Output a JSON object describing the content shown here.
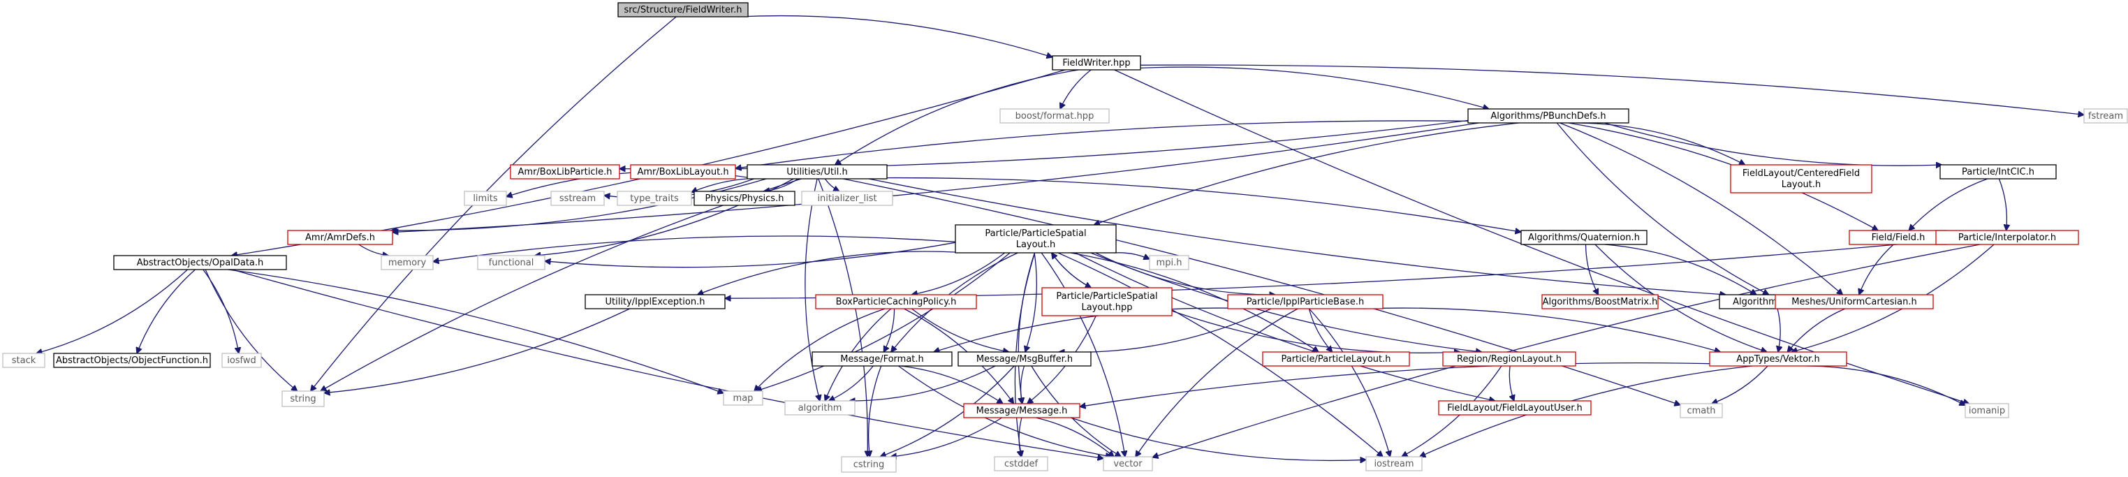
{
  "diagram": {
    "colors": {
      "edge": "#191970",
      "root_fill": "#bfbfbf",
      "documented_border": "#000000",
      "undocumented_border": "#d40000",
      "system_border": "#bfbfbf",
      "system_text": "#5a5a5a"
    },
    "nodes": [
      {
        "id": "n0",
        "kind": "root",
        "lines": [
          "src/Structure/FieldWriter.h"
        ]
      },
      {
        "id": "n1",
        "kind": "doc",
        "lines": [
          "FieldWriter.hpp"
        ]
      },
      {
        "id": "n2",
        "kind": "system",
        "lines": [
          "string"
        ]
      },
      {
        "id": "n3",
        "kind": "doc",
        "lines": [
          "AbstractObjects/OpalData.h"
        ]
      },
      {
        "id": "n4",
        "kind": "system",
        "lines": [
          "stack"
        ]
      },
      {
        "id": "n5",
        "kind": "doc",
        "lines": [
          "AbstractObjects/ObjectFunction.h"
        ]
      },
      {
        "id": "n6",
        "kind": "system",
        "lines": [
          "iosfwd"
        ]
      },
      {
        "id": "n7",
        "kind": "system",
        "lines": [
          "map"
        ]
      },
      {
        "id": "n8",
        "kind": "system",
        "lines": [
          "vector"
        ]
      },
      {
        "id": "n9",
        "kind": "system",
        "lines": [
          "boost/format.hpp"
        ]
      },
      {
        "id": "n10",
        "kind": "doc",
        "lines": [
          "Algorithms/PBunchDefs.h"
        ]
      },
      {
        "id": "n11",
        "kind": "nodoc",
        "lines": [
          "Amr/BoxLibParticle.h"
        ]
      },
      {
        "id": "n12",
        "kind": "nodoc",
        "lines": [
          "Amr/BoxLibLayout.h"
        ]
      },
      {
        "id": "n13",
        "kind": "nodoc",
        "lines": [
          "Amr/AmrDefs.h"
        ]
      },
      {
        "id": "n14",
        "kind": "system",
        "lines": [
          "memory"
        ]
      },
      {
        "id": "n15",
        "kind": "doc",
        "lines": [
          "Utilities/Util.h"
        ]
      },
      {
        "id": "n16",
        "kind": "system",
        "lines": [
          "limits"
        ]
      },
      {
        "id": "n17",
        "kind": "system",
        "lines": [
          "sstream"
        ]
      },
      {
        "id": "n18",
        "kind": "system",
        "lines": [
          "type_traits"
        ]
      },
      {
        "id": "n19",
        "kind": "doc",
        "lines": [
          "Physics/Physics.h"
        ]
      },
      {
        "id": "n20",
        "kind": "system",
        "lines": [
          "initializer_list"
        ]
      },
      {
        "id": "n21",
        "kind": "system",
        "lines": [
          "functional"
        ]
      },
      {
        "id": "n22",
        "kind": "system",
        "lines": [
          "cstring"
        ]
      },
      {
        "id": "n23",
        "kind": "doc",
        "lines": [
          "Particle/ParticleSpatial",
          "Layout.h"
        ]
      },
      {
        "id": "n24",
        "kind": "doc",
        "lines": [
          "Utility/IpplException.h"
        ]
      },
      {
        "id": "n25",
        "kind": "nodoc",
        "lines": [
          "BoxParticleCachingPolicy.h"
        ]
      },
      {
        "id": "n26",
        "kind": "doc",
        "lines": [
          "Message/Format.h"
        ]
      },
      {
        "id": "n27",
        "kind": "doc",
        "lines": [
          "Message/MsgBuffer.h"
        ]
      },
      {
        "id": "n28",
        "kind": "system",
        "lines": [
          "algorithm"
        ]
      },
      {
        "id": "n29",
        "kind": "nodoc",
        "lines": [
          "Message/Message.h"
        ]
      },
      {
        "id": "n30",
        "kind": "system",
        "lines": [
          "cstddef"
        ]
      },
      {
        "id": "n31",
        "kind": "system",
        "lines": [
          "iostream"
        ]
      },
      {
        "id": "n32",
        "kind": "nodoc",
        "lines": [
          "Particle/ParticleSpatial",
          "Layout.hpp"
        ]
      },
      {
        "id": "n33",
        "kind": "system",
        "lines": [
          "mpi.h"
        ]
      },
      {
        "id": "n34",
        "kind": "nodoc",
        "lines": [
          "Particle/IpplParticleBase.h"
        ]
      },
      {
        "id": "n35",
        "kind": "nodoc",
        "lines": [
          "Particle/ParticleLayout.h"
        ]
      },
      {
        "id": "n36",
        "kind": "nodoc",
        "lines": [
          "Region/RegionLayout.h"
        ]
      },
      {
        "id": "n37",
        "kind": "nodoc",
        "lines": [
          "FieldLayout/FieldLayoutUser.h"
        ]
      },
      {
        "id": "n38",
        "kind": "doc",
        "lines": [
          "Algorithms/Quaternion.h"
        ]
      },
      {
        "id": "n39",
        "kind": "nodoc",
        "lines": [
          "Algorithms/BoostMatrix.h"
        ]
      },
      {
        "id": "n40",
        "kind": "doc",
        "lines": [
          "Algorithms/Vektor.h"
        ]
      },
      {
        "id": "n41",
        "kind": "nodoc",
        "lines": [
          "AppTypes/Vektor.h"
        ]
      },
      {
        "id": "n42",
        "kind": "system",
        "lines": [
          "cmath"
        ]
      },
      {
        "id": "n43",
        "kind": "system",
        "lines": [
          "iomanip"
        ]
      },
      {
        "id": "n44",
        "kind": "nodoc",
        "lines": [
          "FieldLayout/CenteredField",
          "Layout.h"
        ]
      },
      {
        "id": "n45",
        "kind": "doc",
        "lines": [
          "Particle/IntCIC.h"
        ]
      },
      {
        "id": "n46",
        "kind": "nodoc",
        "lines": [
          "Field/Field.h"
        ]
      },
      {
        "id": "n47",
        "kind": "nodoc",
        "lines": [
          "Particle/Interpolator.h"
        ]
      },
      {
        "id": "n48",
        "kind": "nodoc",
        "lines": [
          "Meshes/UniformCartesian.h"
        ]
      },
      {
        "id": "n49",
        "kind": "system",
        "lines": [
          "fstream"
        ]
      }
    ],
    "edges": [
      [
        "n0",
        "n1"
      ],
      [
        "n0",
        "n2"
      ],
      [
        "n1",
        "n3"
      ],
      [
        "n1",
        "n9"
      ],
      [
        "n1",
        "n10"
      ],
      [
        "n1",
        "n15"
      ],
      [
        "n1",
        "n49"
      ],
      [
        "n1",
        "n43"
      ],
      [
        "n3",
        "n4"
      ],
      [
        "n3",
        "n5"
      ],
      [
        "n3",
        "n6"
      ],
      [
        "n3",
        "n2"
      ],
      [
        "n3",
        "n7"
      ],
      [
        "n3",
        "n8"
      ],
      [
        "n10",
        "n11"
      ],
      [
        "n10",
        "n12"
      ],
      [
        "n10",
        "n13"
      ],
      [
        "n10",
        "n23"
      ],
      [
        "n10",
        "n44"
      ],
      [
        "n10",
        "n45"
      ],
      [
        "n10",
        "n46"
      ],
      [
        "n10",
        "n40"
      ],
      [
        "n10",
        "n48"
      ],
      [
        "n13",
        "n14"
      ],
      [
        "n15",
        "n13"
      ],
      [
        "n15",
        "n16"
      ],
      [
        "n15",
        "n17"
      ],
      [
        "n15",
        "n18"
      ],
      [
        "n15",
        "n19"
      ],
      [
        "n15",
        "n20"
      ],
      [
        "n15",
        "n21"
      ],
      [
        "n15",
        "n2"
      ],
      [
        "n15",
        "n22"
      ],
      [
        "n15",
        "n28"
      ],
      [
        "n15",
        "n38"
      ],
      [
        "n15",
        "n40"
      ],
      [
        "n15",
        "n42"
      ],
      [
        "n23",
        "n14"
      ],
      [
        "n23",
        "n21"
      ],
      [
        "n23",
        "n24"
      ],
      [
        "n23",
        "n25"
      ],
      [
        "n23",
        "n32"
      ],
      [
        "n23",
        "n33"
      ],
      [
        "n23",
        "n34"
      ],
      [
        "n23",
        "n7"
      ],
      [
        "n23",
        "n26"
      ],
      [
        "n23",
        "n27"
      ],
      [
        "n23",
        "n29"
      ],
      [
        "n23",
        "n8"
      ],
      [
        "n23",
        "n36"
      ],
      [
        "n23",
        "n35"
      ],
      [
        "n23",
        "n37"
      ],
      [
        "n23",
        "n31"
      ],
      [
        "n23",
        "n30"
      ],
      [
        "n24",
        "n2"
      ],
      [
        "n25",
        "n7"
      ],
      [
        "n25",
        "n26"
      ],
      [
        "n25",
        "n27"
      ],
      [
        "n25",
        "n29"
      ],
      [
        "n25",
        "n28"
      ],
      [
        "n26",
        "n28"
      ],
      [
        "n26",
        "n22"
      ],
      [
        "n26",
        "n29"
      ],
      [
        "n26",
        "n8"
      ],
      [
        "n27",
        "n28"
      ],
      [
        "n27",
        "n29"
      ],
      [
        "n27",
        "n22"
      ],
      [
        "n27",
        "n8"
      ],
      [
        "n29",
        "n22"
      ],
      [
        "n29",
        "n30"
      ],
      [
        "n29",
        "n8"
      ],
      [
        "n29",
        "n31"
      ],
      [
        "n32",
        "n23"
      ],
      [
        "n32",
        "n36"
      ],
      [
        "n32",
        "n29"
      ],
      [
        "n34",
        "n26"
      ],
      [
        "n34",
        "n27"
      ],
      [
        "n34",
        "n35"
      ],
      [
        "n34",
        "n41"
      ],
      [
        "n34",
        "n8"
      ],
      [
        "n34",
        "n31"
      ],
      [
        "n36",
        "n37"
      ],
      [
        "n36",
        "n31"
      ],
      [
        "n38",
        "n39"
      ],
      [
        "n38",
        "n40"
      ],
      [
        "n38",
        "n41"
      ],
      [
        "n40",
        "n41"
      ],
      [
        "n41",
        "n29"
      ],
      [
        "n41",
        "n42"
      ],
      [
        "n41",
        "n31"
      ],
      [
        "n41",
        "n43"
      ],
      [
        "n45",
        "n46"
      ],
      [
        "n45",
        "n47"
      ],
      [
        "n46",
        "n48"
      ],
      [
        "n47",
        "n41"
      ],
      [
        "n47",
        "n8"
      ],
      [
        "n47",
        "n24"
      ],
      [
        "n48",
        "n41"
      ]
    ]
  }
}
